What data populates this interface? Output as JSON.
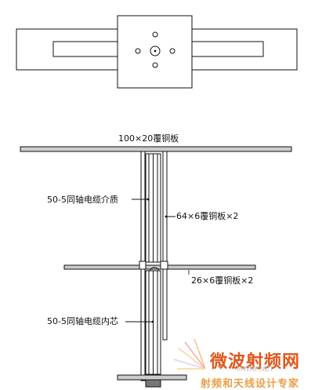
{
  "labels": {
    "top_plate": "100×20覆铜板",
    "dielectric": "50-5同轴电缆介质",
    "plate_64": "64×6覆铜板×2",
    "plate_26": "26×6覆铜板×2",
    "inner_core": "50-5同轴电缆内芯"
  },
  "watermark": {
    "logo": "微波射频网",
    "url": "MWRF.NET",
    "subtitle": "射频和天线设计专家"
  },
  "colors": {
    "line": "#111111",
    "plate_fill": "#cccccc",
    "fill_white": "#ffffff",
    "watermark_logo": "#e0561b",
    "watermark_sub": "#e8a04a"
  }
}
